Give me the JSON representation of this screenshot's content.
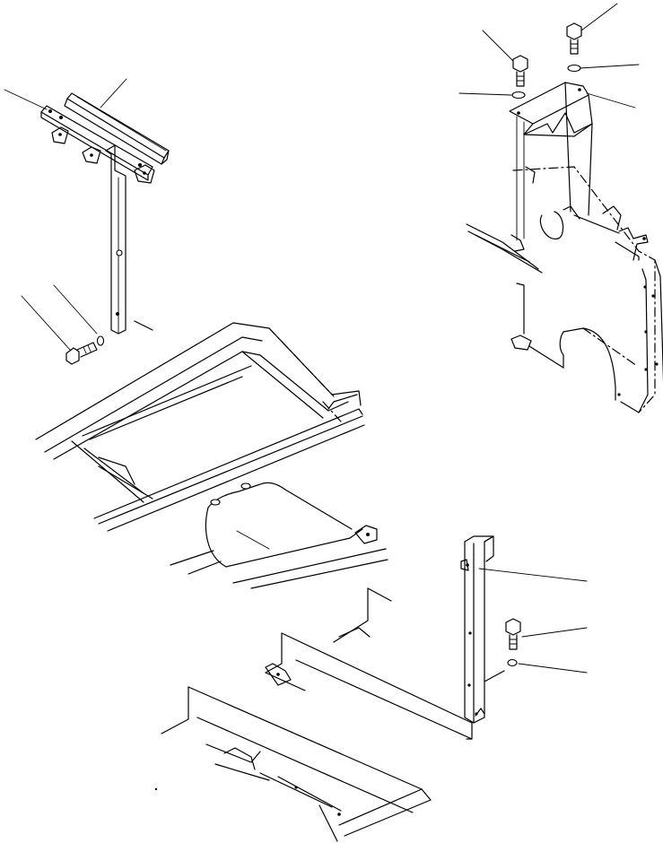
{
  "diagram": {
    "kind": "exploded parts diagram",
    "line_color": "#000000",
    "background": "#ffffff",
    "assemblies": [
      {
        "id": "top-left-stay-assembly",
        "parts": [
          "rail-bar",
          "mounting-plate",
          "vertical-stay",
          "bolt",
          "washer"
        ]
      },
      {
        "id": "top-right-cover-assembly",
        "parts": [
          "bolt",
          "bolt",
          "washer",
          "washer",
          "cover-bracket",
          "side-cover"
        ]
      },
      {
        "id": "frame-assembly",
        "parts": [
          "frame",
          "tank"
        ]
      },
      {
        "id": "bottom-stay-assembly",
        "parts": [
          "vertical-stay",
          "bolt",
          "washer",
          "floor-frame"
        ]
      }
    ]
  }
}
